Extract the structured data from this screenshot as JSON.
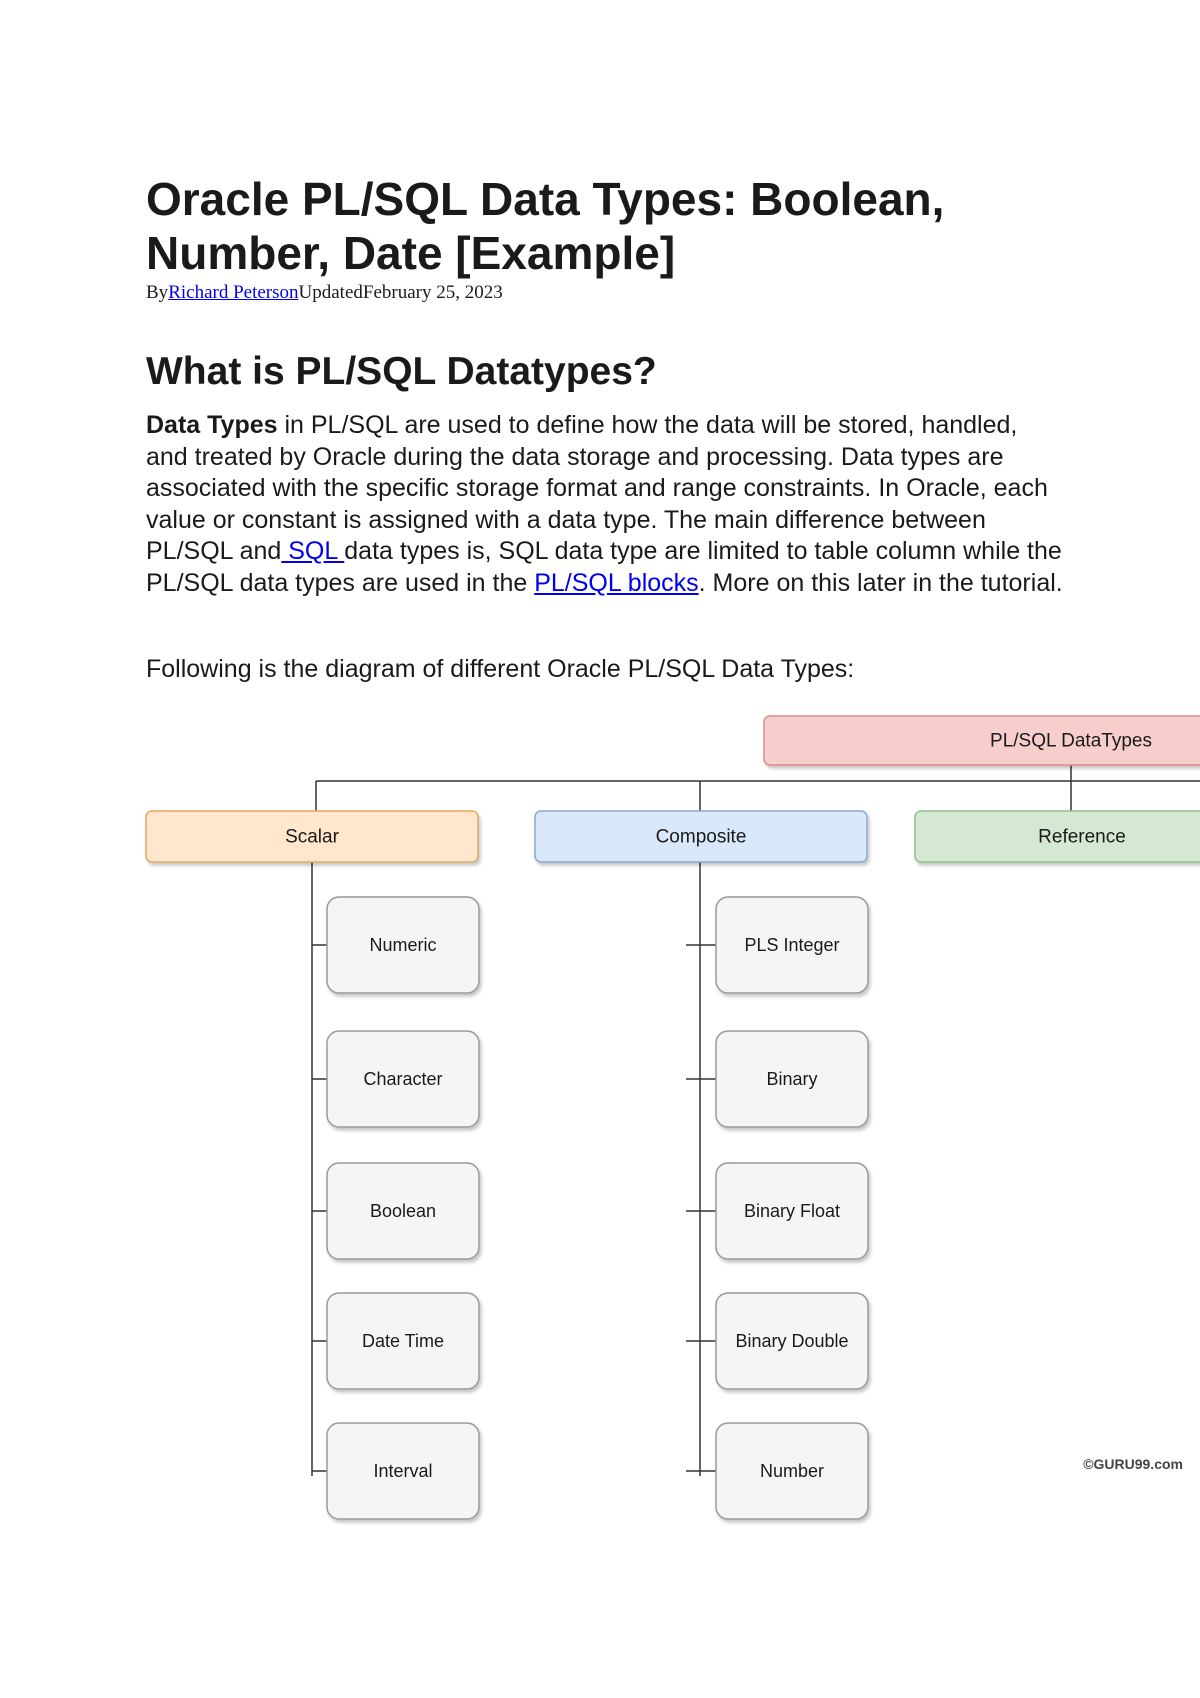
{
  "article": {
    "title": "Oracle PL/SQL Data Types: Boolean, Number, Date [Example]",
    "byline": {
      "by": "By",
      "author": "Richard Peterson",
      "updated": "Updated",
      "date": "February 25, 2023"
    },
    "section_heading": "What is PL/SQL Datatypes?",
    "intro": {
      "lead_bold": "Data Types",
      "part1": " in PL/SQL are used to define how the data will be stored, handled, and treated by Oracle during the data storage and processing. Data types are associated with the specific storage format and range constraints. In Oracle, each value or constant is assigned with a data type. The main difference between PL/SQL and",
      "link_sql": " SQL ",
      "part2": "data types is, SQL data type are limited to table column while the PL/SQL data types are used in the ",
      "link_blocks": "PL/SQL blocks",
      "part3": ". More on this later in the tutorial."
    },
    "diagram_caption": "Following is the diagram of different Oracle PL/SQL Data Types:"
  },
  "diagram": {
    "root": "PL/SQL DataTypes",
    "categories": {
      "scalar": "Scalar",
      "composite": "Composite",
      "reference": "Reference"
    },
    "scalar_items": [
      "Numeric",
      "Character",
      "Boolean",
      "Date Time",
      "Interval"
    ],
    "composite_items": [
      "PLS Integer",
      "Binary",
      "Binary Float",
      "Binary Double",
      "Number"
    ],
    "watermark": "©GURU99.com",
    "colors": {
      "root_fill": "#f8cecc",
      "root_stroke": "#d98b8b",
      "scalar_fill": "#ffe6cc",
      "scalar_stroke": "#e0a95a",
      "composite_fill": "#dae8fc",
      "composite_stroke": "#8aa7cf",
      "reference_fill": "#d5e8d4",
      "reference_stroke": "#8ec08b",
      "leaf_fill": "#f5f5f5",
      "leaf_stroke": "#999999",
      "line": "#333333"
    }
  }
}
